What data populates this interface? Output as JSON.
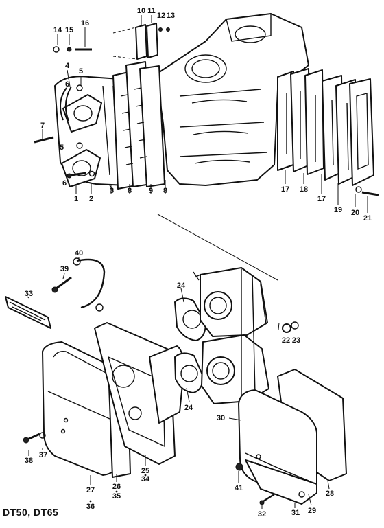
{
  "model_label": "DT50, DT65",
  "callouts": [
    {
      "id": "1",
      "text": "1"
    },
    {
      "id": "2",
      "text": "2"
    },
    {
      "id": "3",
      "text": "3"
    },
    {
      "id": "4",
      "text": "4"
    },
    {
      "id": "5a",
      "text": "5"
    },
    {
      "id": "5b",
      "text": "5"
    },
    {
      "id": "6a",
      "text": "6"
    },
    {
      "id": "6b",
      "text": "6"
    },
    {
      "id": "7",
      "text": "7"
    },
    {
      "id": "8a",
      "text": "8"
    },
    {
      "id": "8b",
      "text": "8"
    },
    {
      "id": "9",
      "text": "9"
    },
    {
      "id": "10",
      "text": "10"
    },
    {
      "id": "11",
      "text": "11"
    },
    {
      "id": "12",
      "text": "12"
    },
    {
      "id": "13",
      "text": "13"
    },
    {
      "id": "14",
      "text": "14"
    },
    {
      "id": "15",
      "text": "15"
    },
    {
      "id": "16",
      "text": "16"
    },
    {
      "id": "17a",
      "text": "17"
    },
    {
      "id": "17b",
      "text": "17"
    },
    {
      "id": "18",
      "text": "18"
    },
    {
      "id": "19",
      "text": "19"
    },
    {
      "id": "20",
      "text": "20"
    },
    {
      "id": "21",
      "text": "21"
    },
    {
      "id": "22",
      "text": "22"
    },
    {
      "id": "23",
      "text": "23"
    },
    {
      "id": "24a",
      "text": "24"
    },
    {
      "id": "24b",
      "text": "24"
    },
    {
      "id": "25",
      "text": "25"
    },
    {
      "id": "26",
      "text": "26"
    },
    {
      "id": "27",
      "text": "27"
    },
    {
      "id": "28",
      "text": "28"
    },
    {
      "id": "29",
      "text": "29"
    },
    {
      "id": "30",
      "text": "30"
    },
    {
      "id": "31",
      "text": "31"
    },
    {
      "id": "32",
      "text": "32"
    },
    {
      "id": "33",
      "text": "33"
    },
    {
      "id": "34",
      "text": "34"
    },
    {
      "id": "35",
      "text": "35"
    },
    {
      "id": "36",
      "text": "36"
    },
    {
      "id": "37",
      "text": "37"
    },
    {
      "id": "38",
      "text": "38"
    },
    {
      "id": "39",
      "text": "39"
    },
    {
      "id": "40",
      "text": "40"
    },
    {
      "id": "41",
      "text": "41"
    }
  ]
}
